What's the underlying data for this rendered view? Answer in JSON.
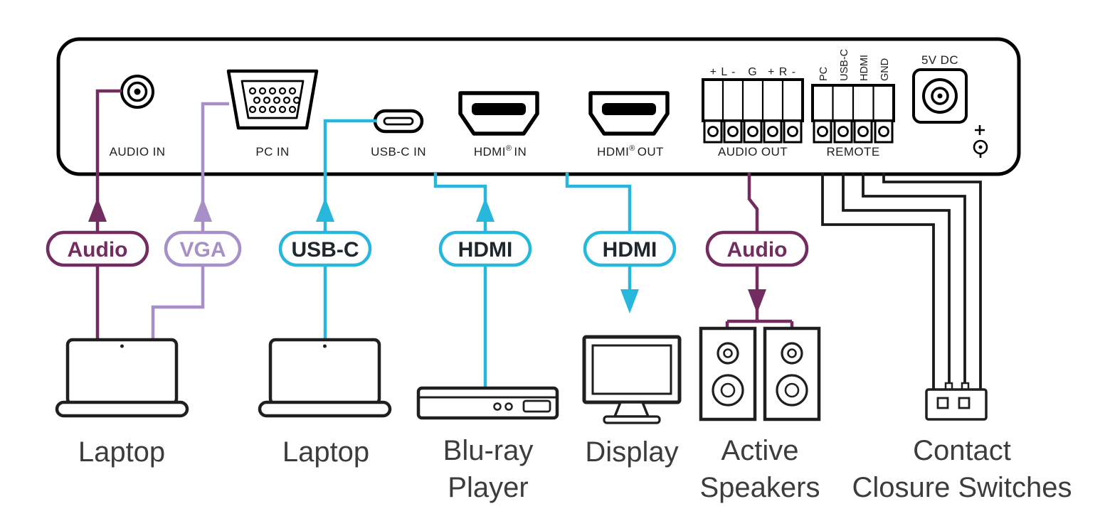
{
  "colors": {
    "audio": "#732C60",
    "vga": "#A78FC7",
    "cyan": "#27B7DC",
    "black_cable": "#1A1A1A",
    "dark_text": "#1E272B"
  },
  "panel": {
    "ports": {
      "audio_in": "AUDIO IN",
      "pc_in": "PC IN",
      "usb_c_in": "USB-C IN",
      "hdmi": "HDMI",
      "reg_mark": "®",
      "in_suffix": "IN",
      "out_suffix": "OUT",
      "audio_out": "AUDIO OUT",
      "audio_out_left": "+ L -",
      "audio_out_g": "G",
      "audio_out_right": "+ R -",
      "remote": "REMOTE",
      "remote_pins": [
        "PC",
        "USB-C",
        "HDMI",
        "GND"
      ],
      "power": "5V DC"
    }
  },
  "cable_tags": {
    "audio_in": "Audio",
    "vga": "VGA",
    "usb_c": "USB-C",
    "hdmi_in": "HDMI",
    "hdmi_out": "HDMI",
    "audio_out": "Audio"
  },
  "devices": {
    "laptop1": "Laptop",
    "laptop2": "Laptop",
    "bluray_line1": "Blu-ray",
    "bluray_line2": "Player",
    "display": "Display",
    "speakers_line1": "Active",
    "speakers_line2": "Speakers",
    "contact_line1": "Contact",
    "contact_line2": "Closure Switches"
  }
}
